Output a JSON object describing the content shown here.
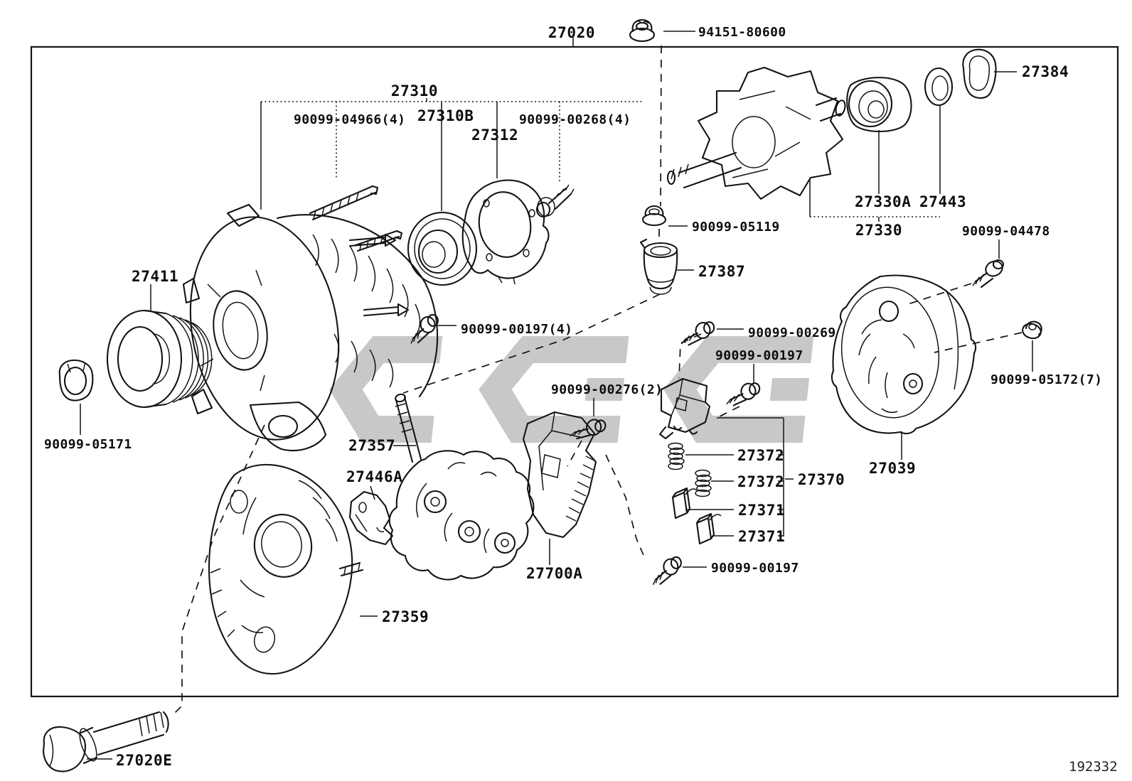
{
  "colors": {
    "line": "#141414",
    "watermark": "#c8c8c8",
    "background": "#ffffff"
  },
  "footer": {
    "drawing_code": "192332"
  },
  "labels": {
    "l_27020": "27020",
    "l_94151_80600": "94151-80600",
    "l_27310": "27310",
    "l_90099_04966": "90099-04966(4)",
    "l_27310b": "27310B",
    "l_27312": "27312",
    "l_90099_00268": "90099-00268(4)",
    "l_27384": "27384",
    "l_27330a": "27330A",
    "l_27443": "27443",
    "l_27330": "27330",
    "l_90099_04478": "90099-04478",
    "l_90099_05119": "90099-05119",
    "l_27387": "27387",
    "l_90099_00197_4": "90099-00197(4)",
    "l_90099_00269": "90099-00269",
    "l_90099_00197_b": "90099-00197",
    "l_90099_00276": "90099-00276(2)",
    "l_27372_a": "27372",
    "l_27372_b": "27372",
    "l_27370": "27370",
    "l_27371_a": "27371",
    "l_27371_b": "27371",
    "l_90099_00197_c": "90099-00197",
    "l_27411": "27411",
    "l_90099_05171": "90099-05171",
    "l_27357": "27357",
    "l_27446a": "27446A",
    "l_27700a": "27700A",
    "l_27359": "27359",
    "l_27039": "27039",
    "l_90099_05172": "90099-05172(7)",
    "l_27020e": "27020E",
    "l_192332": "192332"
  }
}
